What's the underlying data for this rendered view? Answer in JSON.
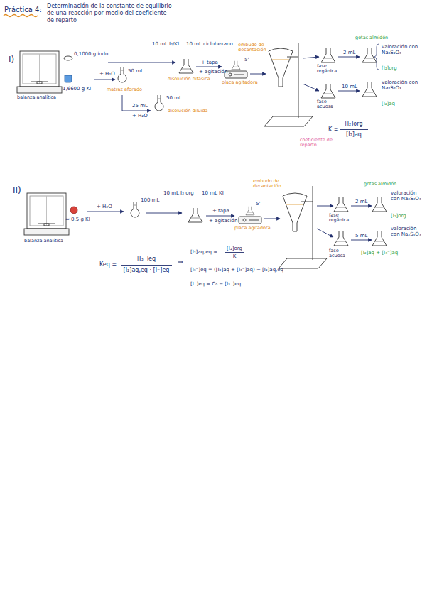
{
  "diagram": {
    "title": "Determinación de la constante de equilibrio de una reacción por medio del coeficiente de reparto",
    "labels": [
      "Práctica 4:",
      "I)",
      "balanza analítica",
      "0,1000 g iodo",
      "1,6600 g KI",
      "+ H₂O",
      "50 mL",
      "matraz aforado",
      "25 mL",
      "+ H₂O",
      "50 mL",
      "disolución diluida",
      "10 mL I₂/KI",
      "10 mL ciclohexano",
      "disolución bifásica",
      "+ tapa",
      "+ agitación",
      "5'",
      "placa agitadora",
      "embudo de decantación",
      "fase orgánica",
      "fase acuosa",
      "2 mL",
      "10 mL",
      "gotas almidón",
      "valoración con Na₂S₂O₃",
      "[I₂]org",
      "valoración con Na₂S₂O₃",
      "[I₂]aq",
      "K =",
      "[I₂]org",
      "[I₂]aq",
      "coeficiente de reparto",
      "II)",
      "balanza analítica",
      "≈ 0,5 g KI",
      "+ H₂O",
      "100 mL",
      "10 mL I₂ org",
      "10 mL KI",
      "+ tapa",
      "+ agitación",
      "5'",
      "placa agitadora",
      "embudo de decantación",
      "fase orgánica",
      "fase acuosa",
      "2 mL",
      "5 mL",
      "gotas almidón",
      "valoración con Na₂S₂O₃",
      "[I₂]org",
      "valoración con Na₂S₂O₃",
      "[I₂]aq + [I₃⁻]aq",
      "Keq =",
      "[I₃⁻]eq",
      "[I₂]aq,eq · [I⁻]eq",
      "⇒",
      "[I₂]aq,eq =",
      "[I₂]org",
      "K",
      "[I₃⁻]eq = ([I₂]aq + [I₃⁻]aq) − [I₂]aq,eq",
      "[I⁻]eq = C₀ − [I₃⁻]eq"
    ]
  }
}
